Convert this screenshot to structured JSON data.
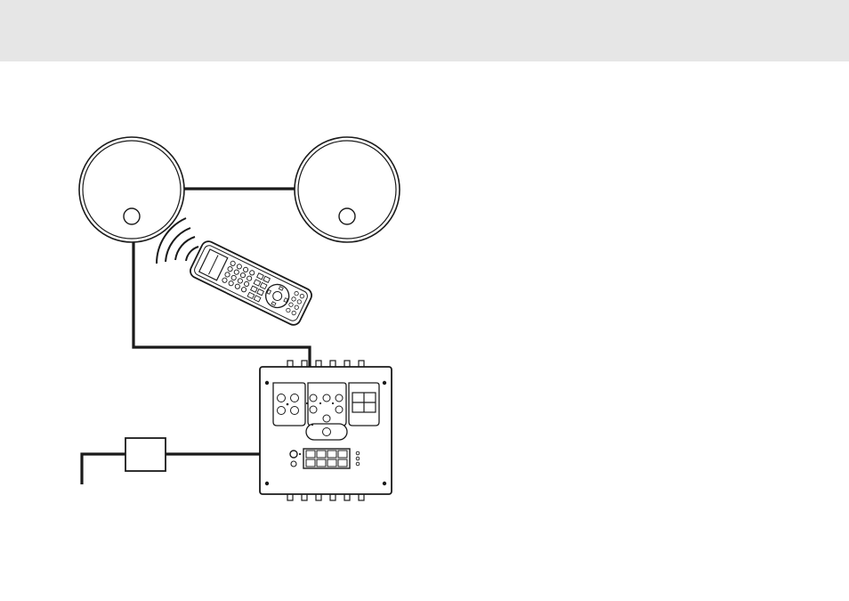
{
  "colors": {
    "header_band": "#e6e6e6",
    "line": "#1a1a1a",
    "background": "#ffffff"
  },
  "diagram": {
    "nodes": [
      {
        "id": "speaker-left",
        "kind": "in-ceiling speaker",
        "icon": "speaker-icon"
      },
      {
        "id": "speaker-right",
        "kind": "in-ceiling speaker",
        "icon": "speaker-icon"
      },
      {
        "id": "remote-control",
        "kind": "handheld IR remote",
        "icon": "remote-control-icon"
      },
      {
        "id": "small-box",
        "kind": "power supply box",
        "icon": "power-supply-icon"
      },
      {
        "id": "control-unit",
        "kind": "amplifier / control unit",
        "icon": "control-unit-icon"
      }
    ],
    "edges": [
      {
        "from": "speaker-left",
        "to": "speaker-right",
        "kind": "speaker cable"
      },
      {
        "from": "speaker-left",
        "to": "control-unit",
        "kind": "speaker cable"
      },
      {
        "from": "small-box",
        "to": "control-unit",
        "kind": "cable"
      },
      {
        "from": "mains",
        "to": "small-box",
        "kind": "mains cable"
      },
      {
        "from": "remote-control",
        "to": "speaker-left",
        "kind": "ir-signal"
      }
    ]
  }
}
